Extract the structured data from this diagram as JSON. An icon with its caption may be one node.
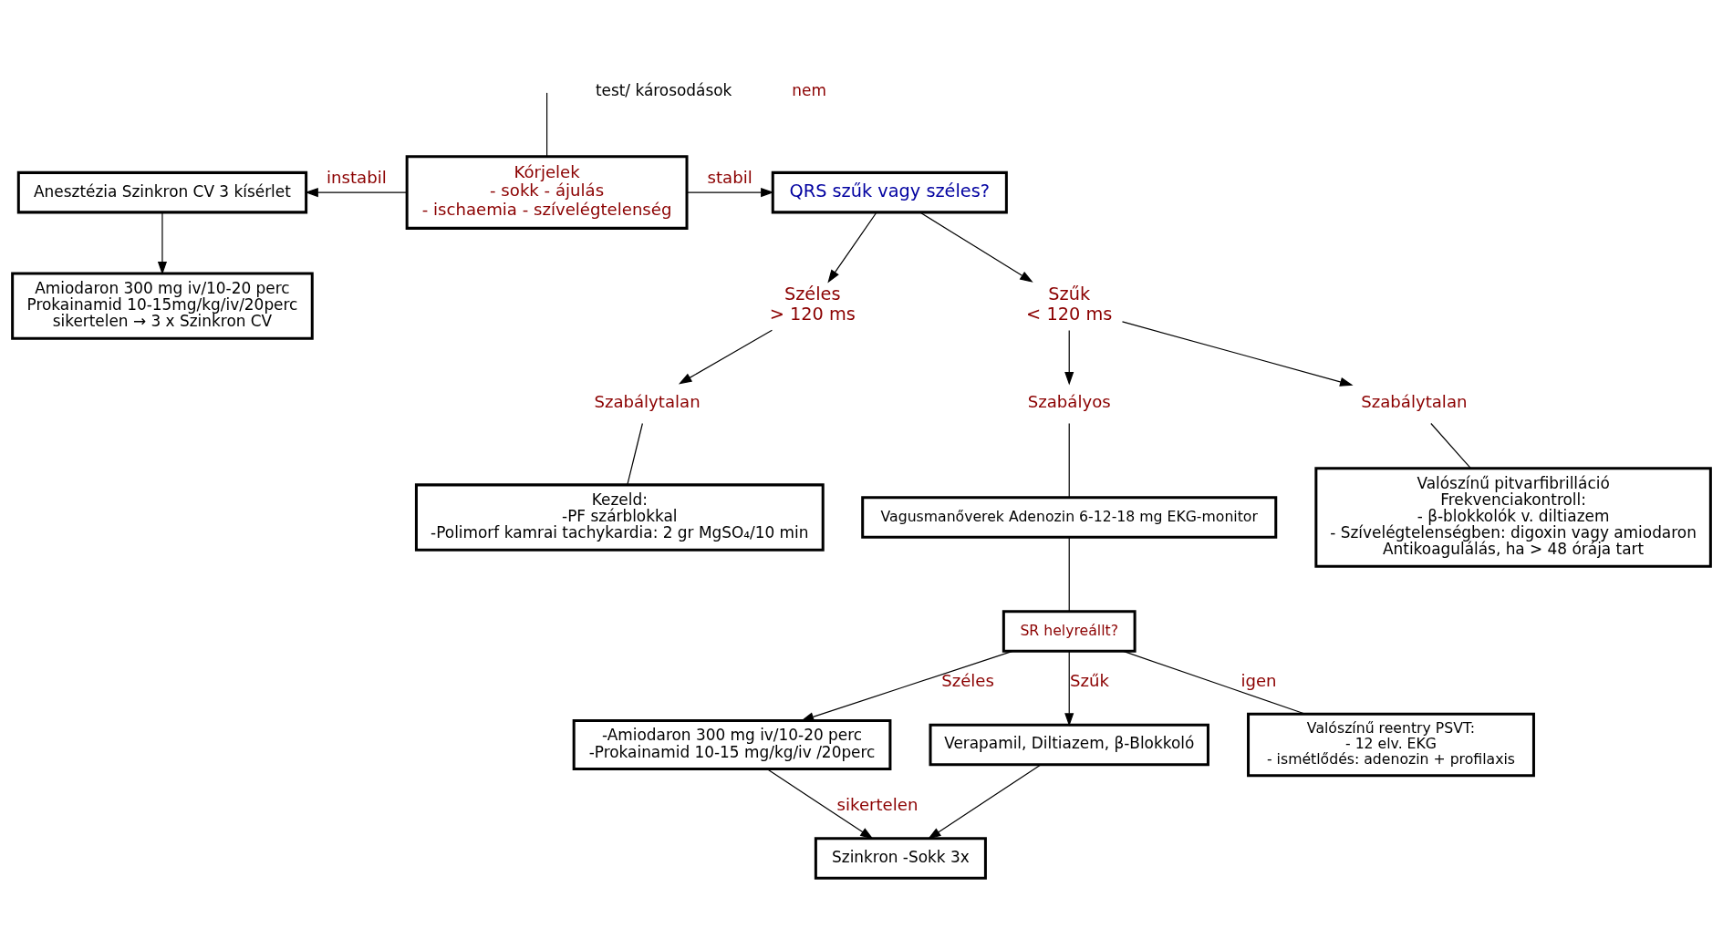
{
  "diagram": {
    "nodes": [
      {
        "text": [
          "Anesztézia Szinkron CV 3 kísérlet"
        ]
      },
      {
        "text": [
          "Kórjelek",
          "- sokk - ájulás",
          "- ischaemia - szívelégtelenség"
        ]
      },
      {
        "text": [
          "QRS szűk vagy széles?"
        ]
      },
      {
        "text": [
          "Amiodaron 300 mg iv/10-20 perc",
          "Prokainamid 10-15mg/kg/iv/20perc",
          "sikertelen → 3 x Szinkron CV"
        ]
      },
      {
        "text": [
          "Széles",
          "> 120 ms"
        ]
      },
      {
        "text": [
          "Szűk",
          "< 120 ms"
        ]
      },
      {
        "text": [
          "Szabálytalan"
        ]
      },
      {
        "text": [
          "Szabályos"
        ]
      },
      {
        "text": [
          "Szabálytalan"
        ]
      },
      {
        "text": [
          "Kezeld:",
          "-PF szárblokkal",
          "-Polimorf kamrai tachykardia: 2 gr MgSO₄/10 min"
        ]
      },
      {
        "text": [
          "Vagusmanőverek Adenozin 6-12-18 mg EKG-monitor"
        ]
      },
      {
        "text": [
          "SR helyreállt?"
        ]
      },
      {
        "text": [
          "Valószínű pitvarfibrilláció",
          "Frekvenciakontroll:",
          "- β-blokkolók v. diltiazem",
          "- Szívelégtelenségben: digoxin vagy amiodaron",
          "Antikoagulálás, ha > 48 órája tart"
        ]
      },
      {
        "text": [
          "-Amiodaron 300 mg iv/10-20 perc",
          "-Prokainamid 10-15 mg/kg/iv /20perc"
        ]
      },
      {
        "text": [
          "Verapamil, Diltiazem, β-Blokkoló"
        ]
      },
      {
        "text": [
          "Valószínű reentry PSVT:",
          "- 12 elv. EKG",
          "- ismétlődés: adenozin + profilaxis"
        ]
      },
      {
        "text": [
          "Szinkron -Sokk 3x"
        ]
      }
    ],
    "edges": [
      {
        "from": null,
        "to": 1,
        "arrow": "none"
      },
      {
        "from": 1,
        "to": 0,
        "arrow": "to",
        "label": "instabil"
      },
      {
        "from": 1,
        "to": 2,
        "arrow": "to",
        "label": "stabil"
      },
      {
        "from": 0,
        "to": 3,
        "arrow": "to"
      },
      {
        "from": 2,
        "to": 4,
        "arrow": "to"
      },
      {
        "from": 2,
        "to": 5,
        "arrow": "to"
      },
      {
        "from": 4,
        "to": 6,
        "arrow": "to"
      },
      {
        "from": 6,
        "to": 9,
        "arrow": "none"
      },
      {
        "from": 5,
        "to": 7,
        "arrow": "to"
      },
      {
        "from": 5,
        "to": 8,
        "arrow": "to"
      },
      {
        "from": 7,
        "to": 10,
        "arrow": "none"
      },
      {
        "from": 8,
        "to": 12,
        "arrow": "none"
      },
      {
        "from": 10,
        "to": 11,
        "arrow": "none"
      },
      {
        "from": 11,
        "to": 13,
        "arrow": "to",
        "label": "Széles"
      },
      {
        "from": 11,
        "to": 14,
        "arrow": "to",
        "label": "Szűk"
      },
      {
        "from": 11,
        "to": 15,
        "arrow": "none",
        "label": "igen"
      },
      {
        "from": 13,
        "to": 16,
        "arrow": "to",
        "label": "sikertelen"
      },
      {
        "from": 14,
        "to": 16,
        "arrow": "to"
      }
    ],
    "labels": [
      "test/ károsodások",
      "nem"
    ]
  }
}
